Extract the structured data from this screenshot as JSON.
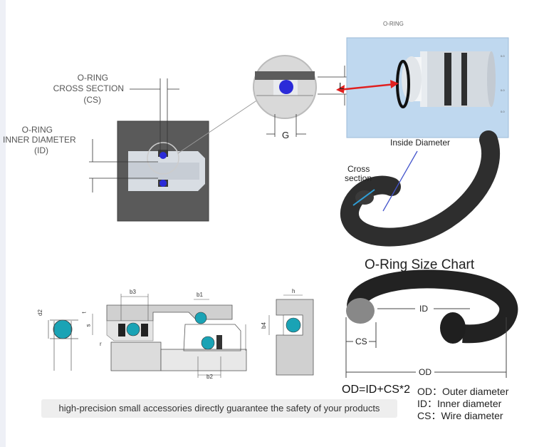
{
  "top_right_caption": "O-RING",
  "labels": {
    "cs_line1": "O-RING",
    "cs_line2": "CROSS SECTION",
    "cs_line3": "(CS)",
    "id_line1": "O-RING",
    "id_line2": "INNER DIAMETER",
    "id_line3": "(ID)",
    "g": "G",
    "l": "L",
    "inside_diameter": "Inside Diameter",
    "cross_line1": "Cross",
    "cross_line2": "section"
  },
  "chart": {
    "title": "O-Ring Size Chart",
    "id_marker": "ID",
    "cs_marker": "CS",
    "od_marker": "OD"
  },
  "formula": "OD=ID+CS*2",
  "legend": [
    {
      "text": "OD：Outer diameter"
    },
    {
      "text": "ID：Inner diameter"
    },
    {
      "text": "CS：Wire diameter"
    }
  ],
  "tech": {
    "d2": "d2",
    "b3": "b3",
    "b1": "b1",
    "b2": "b2",
    "b4": "b4",
    "h": "h",
    "t": "t",
    "s": "s",
    "r": "r"
  },
  "caption": "high-precision small accessories directly guarantee the safety of your products",
  "colors": {
    "oring_blue": "#2b2bd8",
    "teal": "#1aa3b5",
    "housing": "#5a5a5a"
  }
}
